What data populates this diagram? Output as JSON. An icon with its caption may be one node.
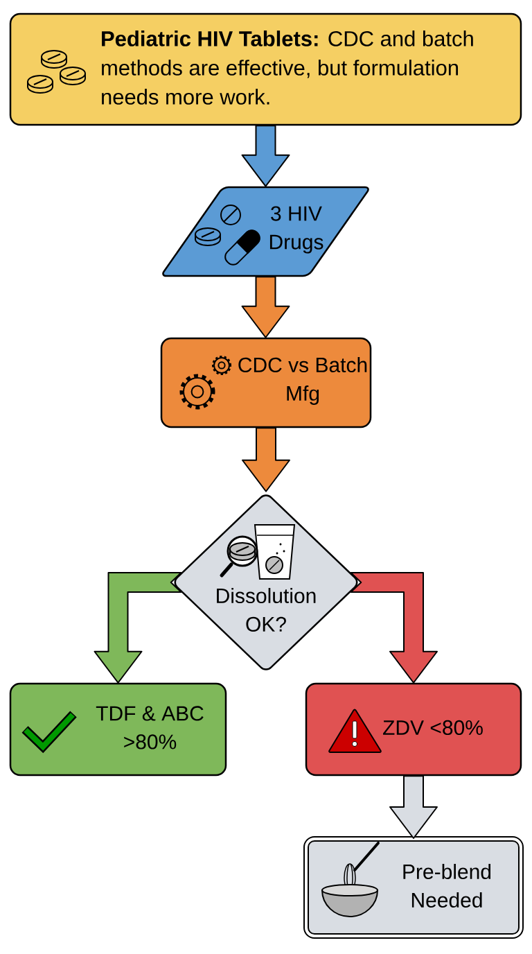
{
  "diagram": {
    "nodes": [
      {
        "text": [
          "**Pediatric HIV Tablets:** CDC and batch methods are effective, but formulation needs more work."
        ]
      },
      {
        "text": [
          "3 HIV Drugs"
        ]
      },
      {
        "text": [
          "CDC vs Batch Mfg"
        ]
      },
      {
        "text": [
          "Dissolution OK?"
        ]
      },
      {
        "text": [
          "TDF & ABC >80%"
        ]
      },
      {
        "text": [
          "ZDV <80%"
        ]
      },
      {
        "text": [
          "Pre-blend Needed"
        ]
      }
    ],
    "edges": [
      {
        "from": 0,
        "to": 1,
        "arrow": "to",
        "color": "#5b9bd5"
      },
      {
        "from": 1,
        "to": 2,
        "arrow": "to",
        "color": "#ed8a3c"
      },
      {
        "from": 2,
        "to": 3,
        "arrow": "to",
        "color": "#ed8a3c"
      },
      {
        "from": 3,
        "to": 4,
        "arrow": "to",
        "color": "#7fb85a"
      },
      {
        "from": 3,
        "to": 5,
        "arrow": "to",
        "color": "#e05252"
      },
      {
        "from": 5,
        "to": 6,
        "arrow": "to",
        "color": "#d9dde3"
      }
    ]
  }
}
